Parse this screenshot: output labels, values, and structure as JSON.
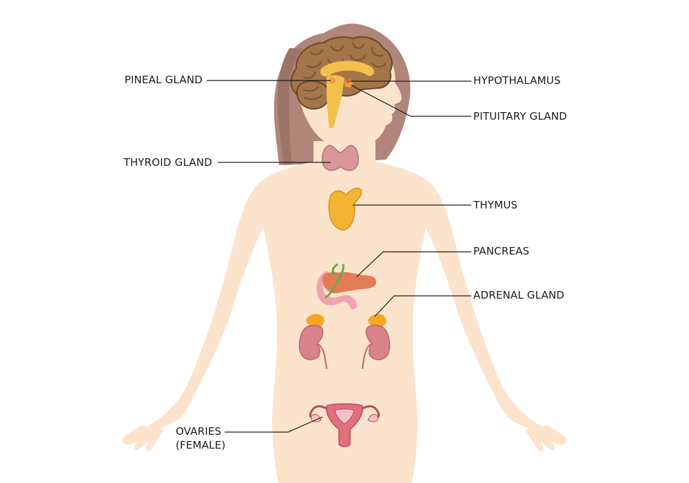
{
  "colors": {
    "skin": "#fce3cc",
    "hair": "#b0857a",
    "hair_dark": "#9e7367",
    "brain": "#a3764a",
    "brain_outline": "#6b4526",
    "brain_fold": "#7a5232",
    "hypothalamus": "#f3c14b",
    "pituitary": "#f29d3a",
    "thyroid": "#d9969b",
    "thyroid_outline": "#b66e74",
    "thymus": "#f3b335",
    "thymus_outline": "#d98f1c",
    "pancreas": "#e47b57",
    "duodenum": "#f1a2b0",
    "bile_duct": "#5ab04b",
    "adrenal": "#f5a623",
    "kidney": "#d9828a",
    "kidney_outline": "#b96470",
    "uterus": "#e26f7c",
    "ovary": "#f6c0c8",
    "uterus_outline": "#b94a59",
    "leader_line": "#1a1a1a"
  },
  "labels": {
    "pineal": "PINEAL GLAND",
    "hypothalamus": "HYPOTHALAMUS",
    "pituitary": "PITUITARY GLAND",
    "thyroid": "THYROID GLAND",
    "thymus": "THYMUS",
    "pancreas": "PANCREAS",
    "adrenal": "ADRENAL GLAND",
    "ovaries_line1": "OVARIES",
    "ovaries_line2": "(FEMALE)"
  }
}
